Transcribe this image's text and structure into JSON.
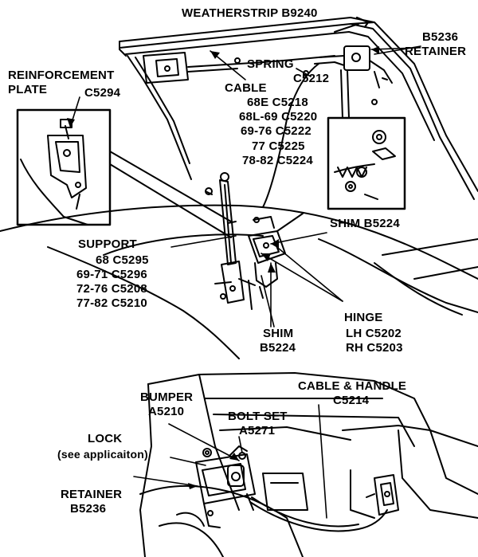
{
  "labels": {
    "weatherstrip": "WEATHERSTRIP B9240",
    "b5236_top": "B5236",
    "retainer_top": "RETAINER",
    "spring": "SPRING",
    "spring_part": "C5212",
    "reinforcement_line1": "REINFORCEMENT",
    "reinforcement_line2": "PLATE",
    "reinforcement_part": "C5294",
    "cable_title": "CABLE",
    "cable_parts": [
      "68E C5218",
      "68L-69 C5220",
      "69-76 C5222",
      "77 C5225",
      "78-82 C5224"
    ],
    "support_title": "SUPPORT",
    "support_parts": [
      "68  C5295",
      "69-71  C5296",
      "72-76  C5208",
      "77-82  C5210"
    ],
    "shim_top": "SHIM B5224",
    "hinge_title": "HINGE",
    "hinge_lh": "LH  C5202",
    "hinge_rh": "RH  C5203",
    "shim_bottom_line1": "SHIM",
    "shim_bottom_line2": "B5224",
    "bumper_line1": "BUMPER",
    "bumper_line2": "A5210",
    "bolt_set_line1": "BOLT SET",
    "bolt_set_line2": "A5271",
    "cable_handle_line1": "CABLE & HANDLE",
    "cable_handle_line2": "C5214",
    "lock_line1": "LOCK",
    "lock_line2": "(see applicaiton)",
    "retainer_bottom_line1": "RETAINER",
    "retainer_bottom_line2": "B5236"
  }
}
